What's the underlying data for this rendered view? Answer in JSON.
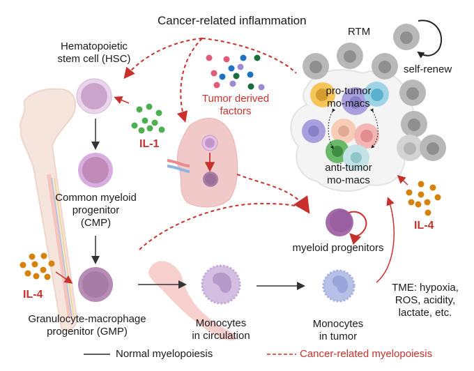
{
  "title": "Cancer-related inflammation",
  "labels": {
    "hsc": [
      "Hematopoietic",
      "stem cell (HSC)"
    ],
    "cmp": [
      "Common myeloid",
      "progenitor",
      "(CMP)"
    ],
    "gmp": [
      "Granulocyte-macrophage",
      "progenitor (GMP)"
    ],
    "monocytes_circulation": [
      "Monocytes",
      "in circulation"
    ],
    "monocytes_tumor": [
      "Monocytes",
      "in tumor"
    ],
    "myeloid_progenitors": "myeloid progenitors",
    "tumor_factors": [
      "Tumor derived",
      "factors"
    ],
    "il1": "IL-1",
    "il4_left": "IL-4",
    "il4_right": "IL-4",
    "rtm": "RTM",
    "self_renew": "self-renew",
    "pro_tumor": [
      "pro-tumor",
      "mo-macs"
    ],
    "anti_tumor": [
      "anti-tumor",
      "mo-macs"
    ],
    "tme": [
      "TME: hypoxia,",
      "ROS, acidity,",
      "lactate, etc."
    ]
  },
  "legend": {
    "normal": "Normal myelopoiesis",
    "cancer": "Cancer-related myelopoiesis"
  },
  "colors": {
    "accent_red": "#c8312b",
    "text": "#1a1a1a",
    "cell_purple": "#c48fc0",
    "il1_green": "#4caf50",
    "il4_orange": "#d4820a",
    "rtm_gray": "#b0b0b0"
  }
}
